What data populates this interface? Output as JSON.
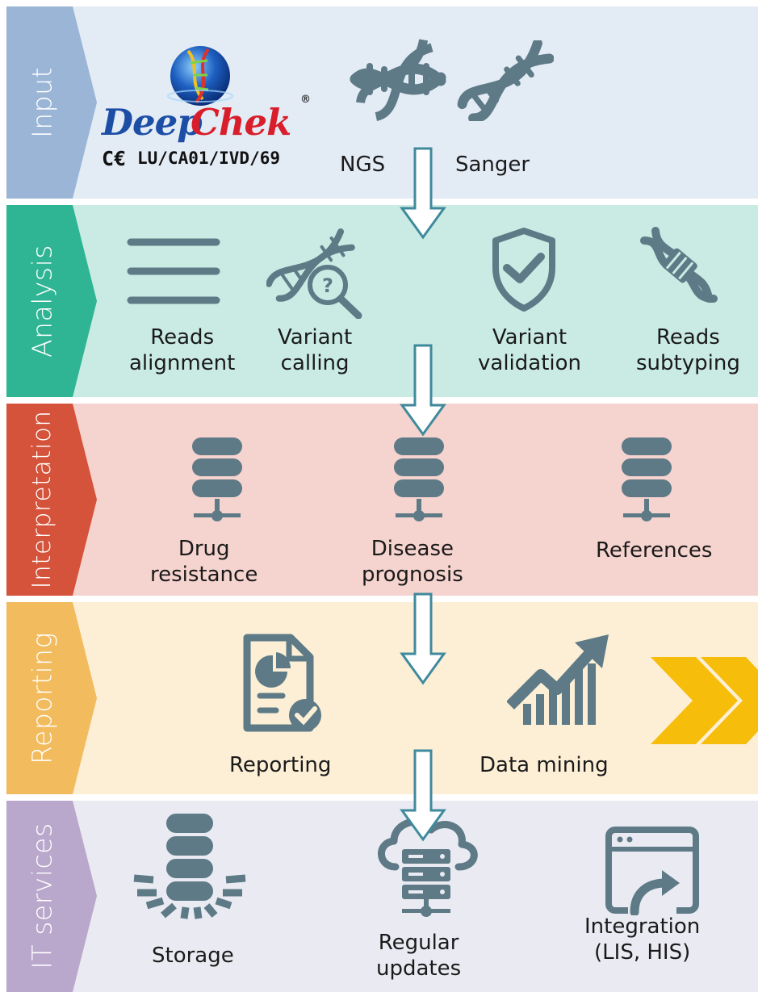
{
  "sections": {
    "input": {
      "title": "Input",
      "ngs": "NGS",
      "sanger": "Sanger"
    },
    "analysis": {
      "title": "Analysis",
      "reads_alignment": [
        "Reads",
        "alignment"
      ],
      "variant_calling": [
        "Variant",
        "calling"
      ],
      "variant_validation": [
        "Variant",
        "validation"
      ],
      "reads_subtyping": [
        "Reads",
        "subtyping"
      ]
    },
    "interpretation": {
      "title": "Interpretation",
      "drug_resistance": [
        "Drug",
        "resistance"
      ],
      "disease_prognosis": [
        "Disease",
        "prognosis"
      ],
      "references": "References"
    },
    "reporting": {
      "title": "Reporting",
      "reporting": "Reporting",
      "data_mining": "Data mining"
    },
    "it_services": {
      "title": "IT services",
      "storage": "Storage",
      "regular_updates": [
        "Regular",
        "updates"
      ],
      "integration": [
        "Integration",
        "(LIS, HIS)"
      ]
    }
  },
  "logo": {
    "deep": "Deep",
    "chek": "Chek",
    "registered": "®",
    "ce_mark": "C€",
    "certification": "LU/CA01/IVD/69"
  },
  "colors": {
    "input_bg": "#e3ebf5",
    "input_tab": "#9bb5d6",
    "analysis_bg": "#c9ebe3",
    "analysis_tab": "#2fb594",
    "interpretation_bg": "#f5d3ce",
    "interpretation_tab": "#d4533a",
    "reporting_bg": "#fcefd6",
    "reporting_tab": "#f2bb5d",
    "it_bg": "#eaeaf2",
    "it_tab": "#b9a7cc",
    "icon": "#5d7a86",
    "arrow_stroke": "#3f8a9c",
    "chevron": "#f6bd0a"
  }
}
